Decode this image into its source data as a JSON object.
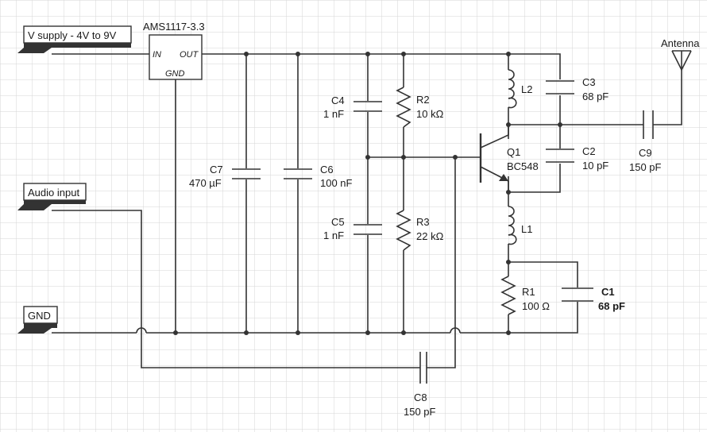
{
  "ports": {
    "vsupply": "V supply - 4V to 9V",
    "audio": "Audio input",
    "gnd": "GND"
  },
  "regulator": {
    "name": "AMS1117-3.3",
    "pin_in": "IN",
    "pin_out": "OUT",
    "pin_gnd": "GND"
  },
  "components": {
    "c1": {
      "ref": "C1",
      "value": "68 pF"
    },
    "c2": {
      "ref": "C2",
      "value": "10 pF"
    },
    "c3": {
      "ref": "C3",
      "value": "68 pF"
    },
    "c4": {
      "ref": "C4",
      "value": "1 nF"
    },
    "c5": {
      "ref": "C5",
      "value": "1 nF"
    },
    "c6": {
      "ref": "C6",
      "value": "100 nF"
    },
    "c7": {
      "ref": "C7",
      "value": "470 µF"
    },
    "c8": {
      "ref": "C8",
      "value": "150 pF"
    },
    "c9": {
      "ref": "C9",
      "value": "150 pF"
    },
    "r1": {
      "ref": "R1",
      "value": "100 Ω"
    },
    "r2": {
      "ref": "R2",
      "value": "10 kΩ"
    },
    "r3": {
      "ref": "R3",
      "value": "22 kΩ"
    },
    "l1": {
      "ref": "L1"
    },
    "l2": {
      "ref": "L2"
    },
    "q1": {
      "ref": "Q1",
      "value": "BC548"
    }
  },
  "antenna": {
    "label": "Antenna"
  },
  "colors": {
    "wire": "#333333",
    "grid": "#d4d4d4",
    "port_fill": "#333333"
  }
}
